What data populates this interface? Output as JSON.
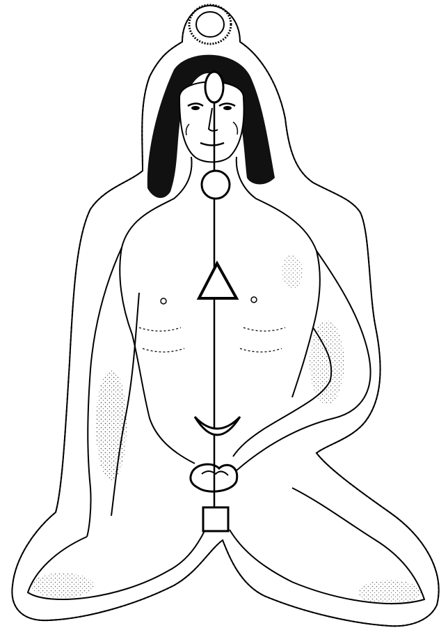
{
  "illustration": {
    "style": "black ink line drawing on white background",
    "ink_color": "#000000",
    "background_color": "#ffffff",
    "symbols": [
      {
        "name": "oval",
        "location": "forehead"
      },
      {
        "name": "circle",
        "location": "throat"
      },
      {
        "name": "triangle",
        "location": "chest"
      },
      {
        "name": "crescent",
        "location": "abdomen"
      },
      {
        "name": "square",
        "location": "base"
      }
    ]
  }
}
